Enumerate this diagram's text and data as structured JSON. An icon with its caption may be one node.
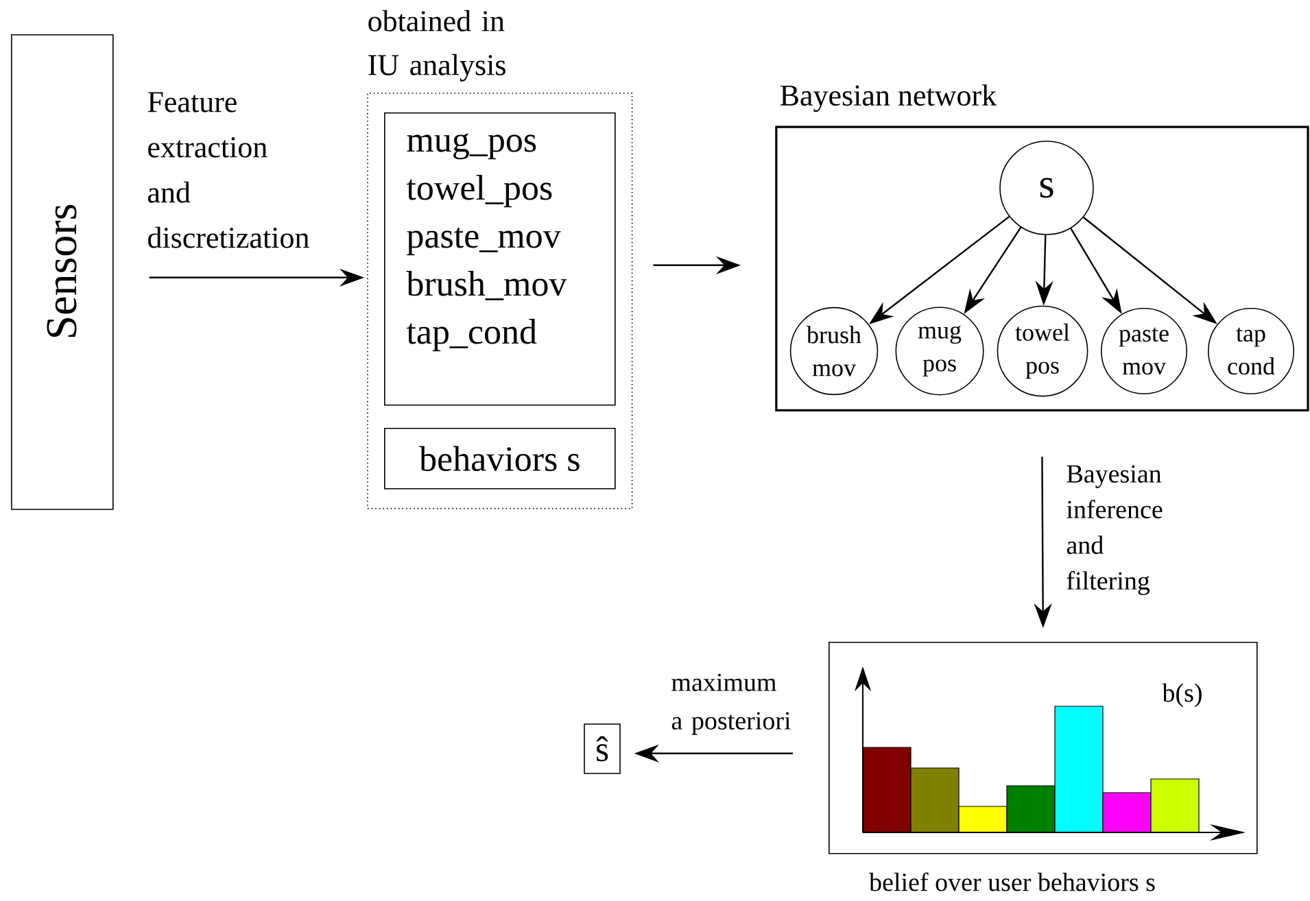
{
  "diagram": {
    "nodes": [
      {
        "text": [
          "Sensors"
        ]
      },
      {
        "text": [
          "obtained in IU analysis"
        ]
      },
      {
        "text": [
          "mug_pos",
          "towel_pos",
          "paste_mov",
          "brush_mov",
          "tap_cond"
        ],
        "in": 1
      },
      {
        "text": [
          "behaviors s"
        ],
        "in": 1
      },
      {
        "text": [
          "Bayesian network"
        ]
      },
      {
        "text": [
          "s"
        ],
        "in": 4
      },
      {
        "text": [
          "brush mov"
        ],
        "in": 4
      },
      {
        "text": [
          "mug pos"
        ],
        "in": 4
      },
      {
        "text": [
          "towel pos"
        ],
        "in": 4
      },
      {
        "text": [
          "paste mov"
        ],
        "in": 4
      },
      {
        "text": [
          "tap cond"
        ],
        "in": 4
      },
      {
        "text": [
          "b(s)"
        ],
        "beside": [
          "belief over user behaviors s"
        ]
      },
      {
        "text": [
          "ŝ"
        ]
      }
    ],
    "edges": [
      {
        "from": 0,
        "to": 1,
        "arrow": "to",
        "label": "Feature extraction and discretization"
      },
      {
        "from": 1,
        "to": 4,
        "arrow": "to"
      },
      {
        "from": 5,
        "to": 6,
        "arrow": "to"
      },
      {
        "from": 5,
        "to": 7,
        "arrow": "to"
      },
      {
        "from": 5,
        "to": 8,
        "arrow": "to"
      },
      {
        "from": 5,
        "to": 9,
        "arrow": "to"
      },
      {
        "from": 5,
        "to": 10,
        "arrow": "to"
      },
      {
        "from": 4,
        "to": 11,
        "arrow": "to",
        "label": "Bayesian inference and filtering"
      },
      {
        "from": 11,
        "to": 12,
        "arrow": "to",
        "label": "maximum a posteriori"
      }
    ]
  }
}
